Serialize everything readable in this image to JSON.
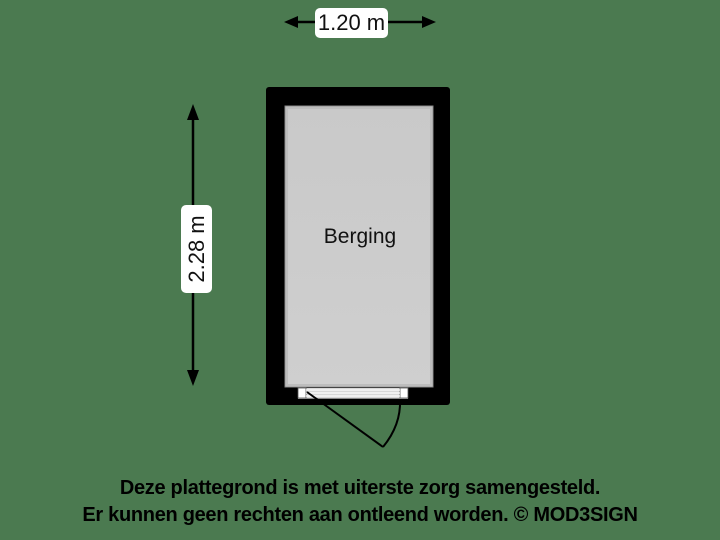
{
  "floorplan": {
    "room": {
      "name": "Berging"
    },
    "dimensions": {
      "width": "1.20 m",
      "height": "2.28 m"
    },
    "colors": {
      "background": "#4b7a50",
      "wall": "#000000",
      "floor": "#cccccc",
      "label_bg": "#ffffff"
    }
  },
  "disclaimer": {
    "line1": "Deze plattegrond is met uiterste zorg samengesteld.",
    "line2": "Er kunnen geen rechten aan ontleend worden. © MOD3SIGN"
  }
}
